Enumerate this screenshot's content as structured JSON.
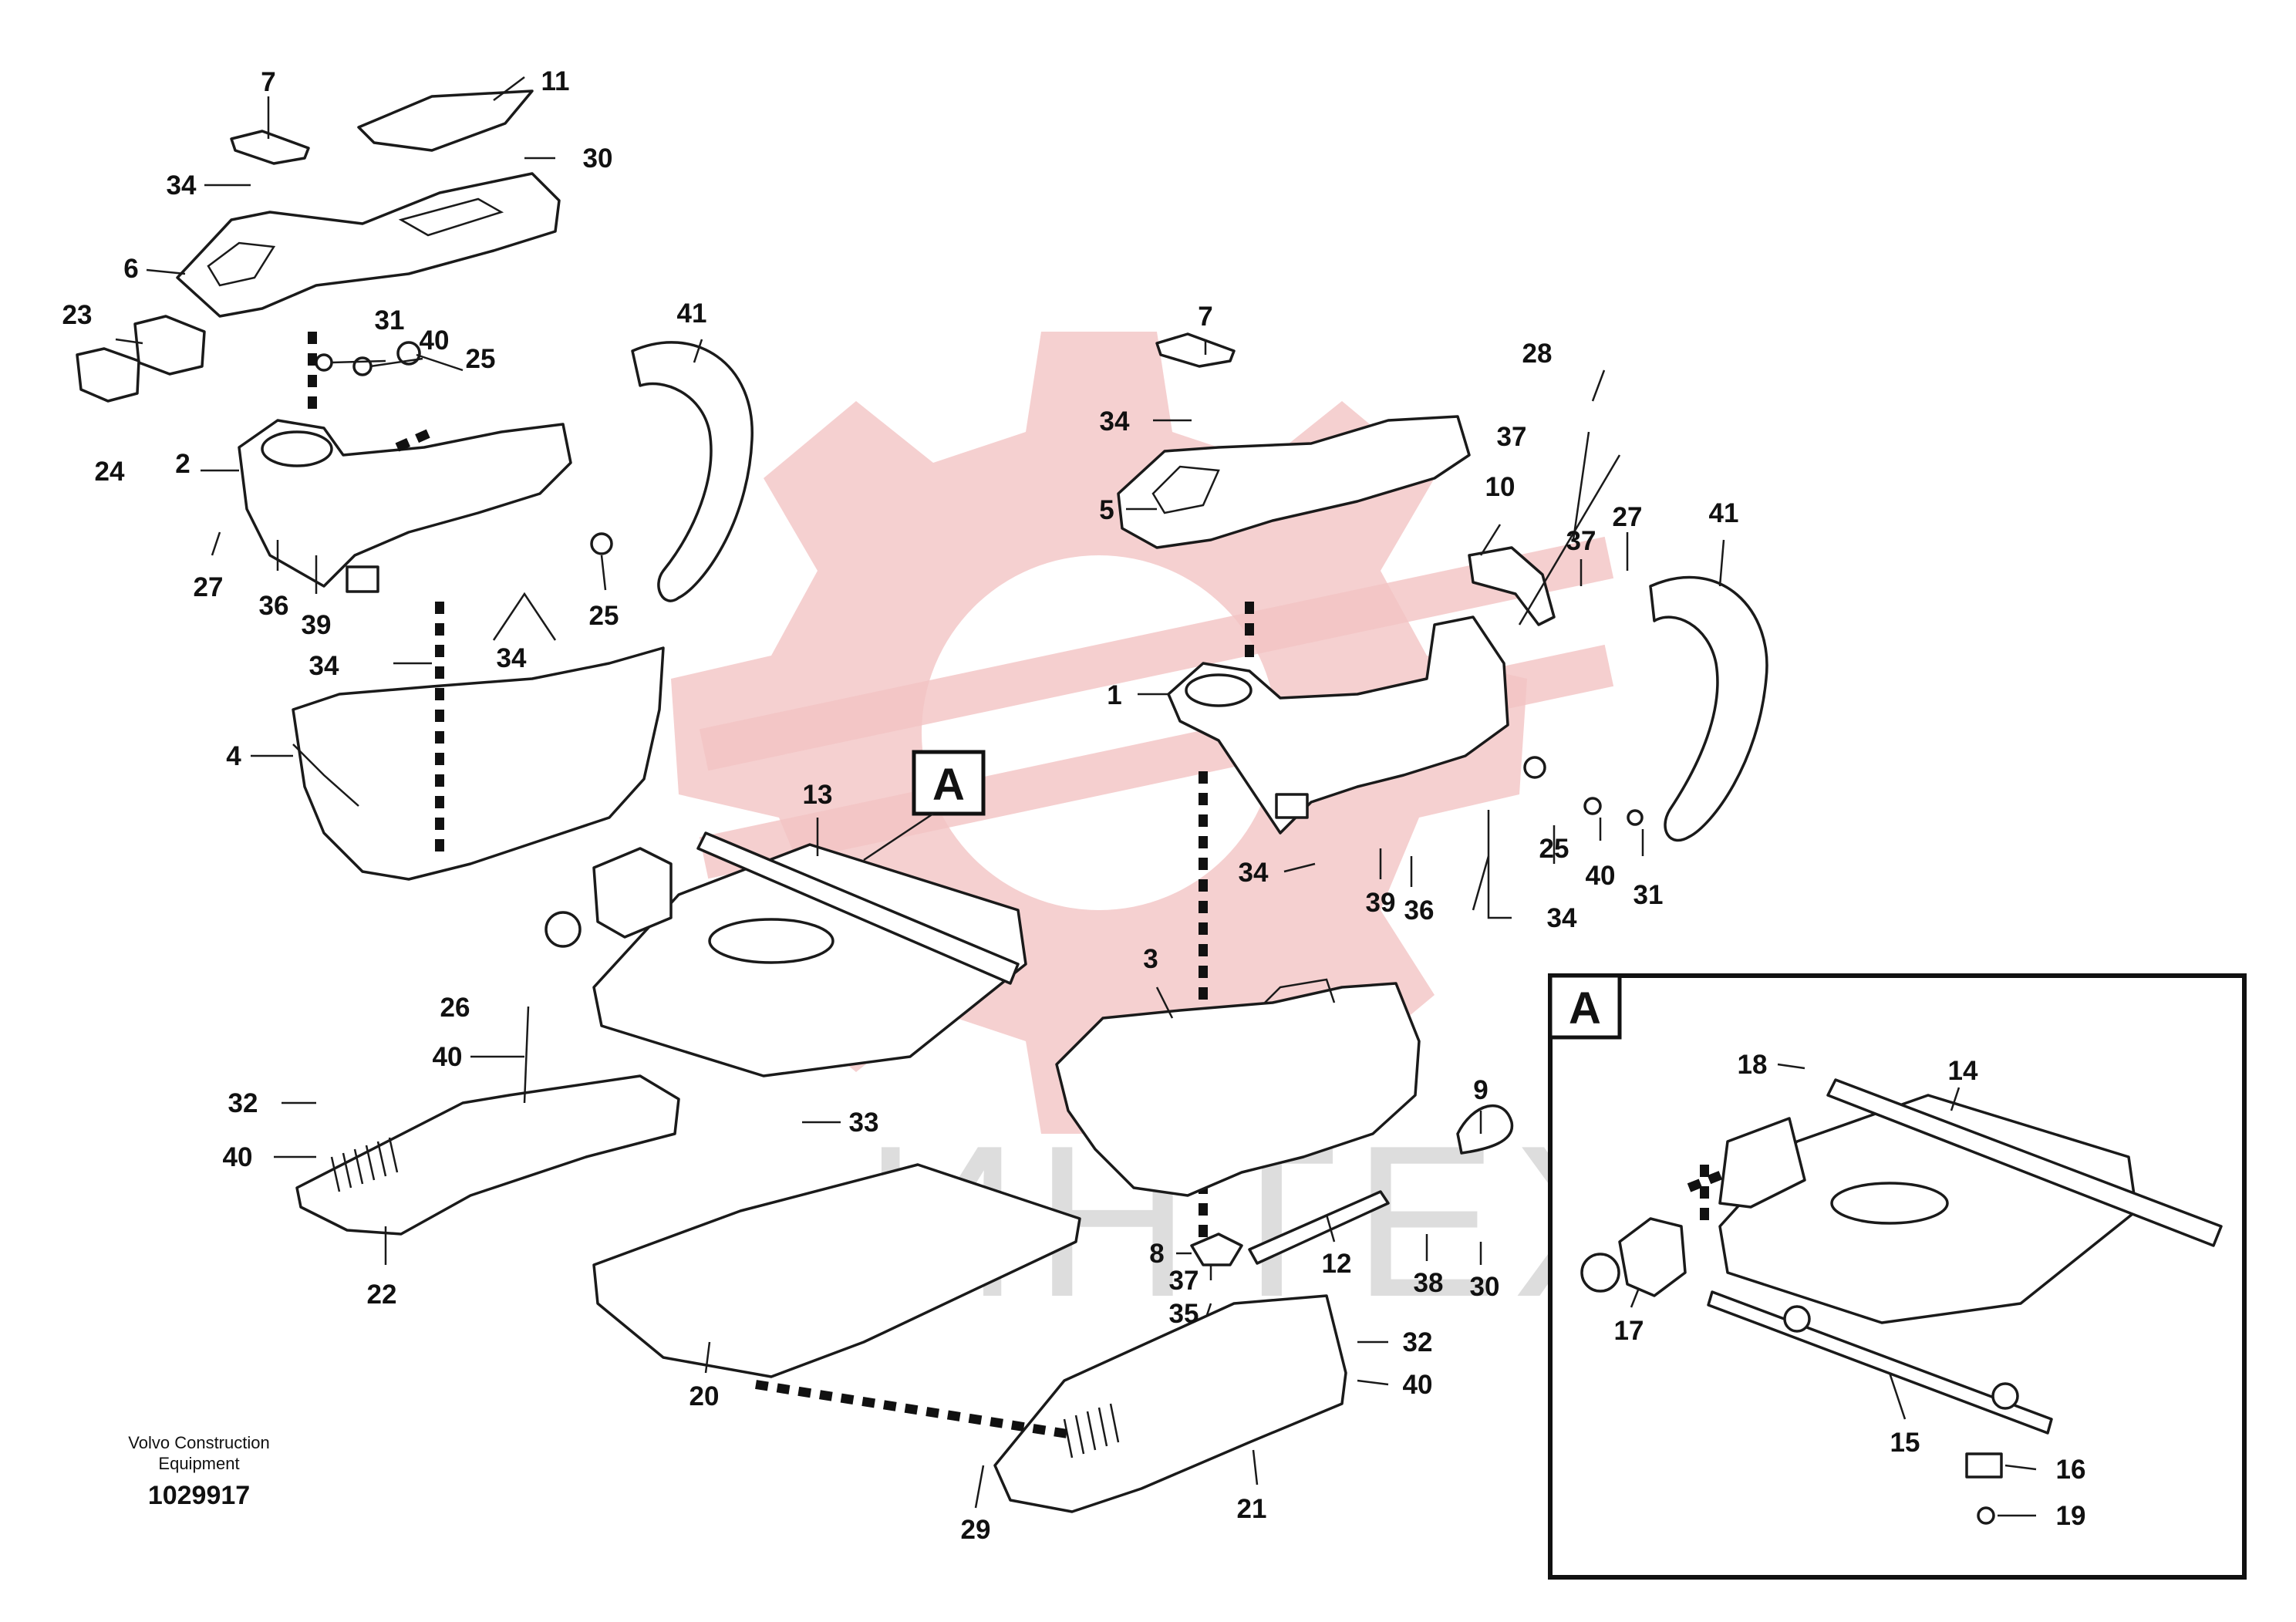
{
  "callouts": {
    "c7a": "7",
    "c11": "11",
    "c34a": "34",
    "c30a": "30",
    "c6": "6",
    "c23": "23",
    "c31a": "31",
    "c40a": "40",
    "c25a": "25",
    "c41a": "41",
    "c24": "24",
    "c2": "2",
    "c27a": "27",
    "c36a": "36",
    "c39a": "39",
    "c25b": "25",
    "c34b": "34",
    "c34c": "34",
    "c4": "4",
    "c13": "13",
    "c7b": "7",
    "c34d": "34",
    "c28": "28",
    "c37a": "37",
    "c5": "5",
    "c10": "10",
    "c37b": "37",
    "c27b": "27",
    "c41b": "41",
    "c1": "1",
    "c34e": "34",
    "c39b": "39",
    "c36b": "36",
    "c25c": "25",
    "c40b": "40",
    "c31b": "31",
    "c34f": "34",
    "c3": "3",
    "c9": "9",
    "c26": "26",
    "c40c": "40",
    "c32a": "32",
    "c40d": "40",
    "c22": "22",
    "c33": "33",
    "c8": "8",
    "c37c": "37",
    "c35": "35",
    "c12": "12",
    "c38": "38",
    "c30b": "30",
    "c20": "20",
    "c32b": "32",
    "c40e": "40",
    "c29": "29",
    "c21": "21",
    "c18": "18",
    "c14": "14",
    "c17": "17",
    "c15": "15",
    "c16": "16",
    "c19": "19"
  },
  "detail_label_main": "A",
  "detail_label_inset": "A",
  "footer": {
    "brand_line1": "Volvo Construction",
    "brand_line2": "Equipment",
    "drawing_number": "1029917"
  },
  "watermark_text": "ИНТЕХ",
  "colors": {
    "ink": "#111111",
    "watermark": "#f3c4c4"
  }
}
